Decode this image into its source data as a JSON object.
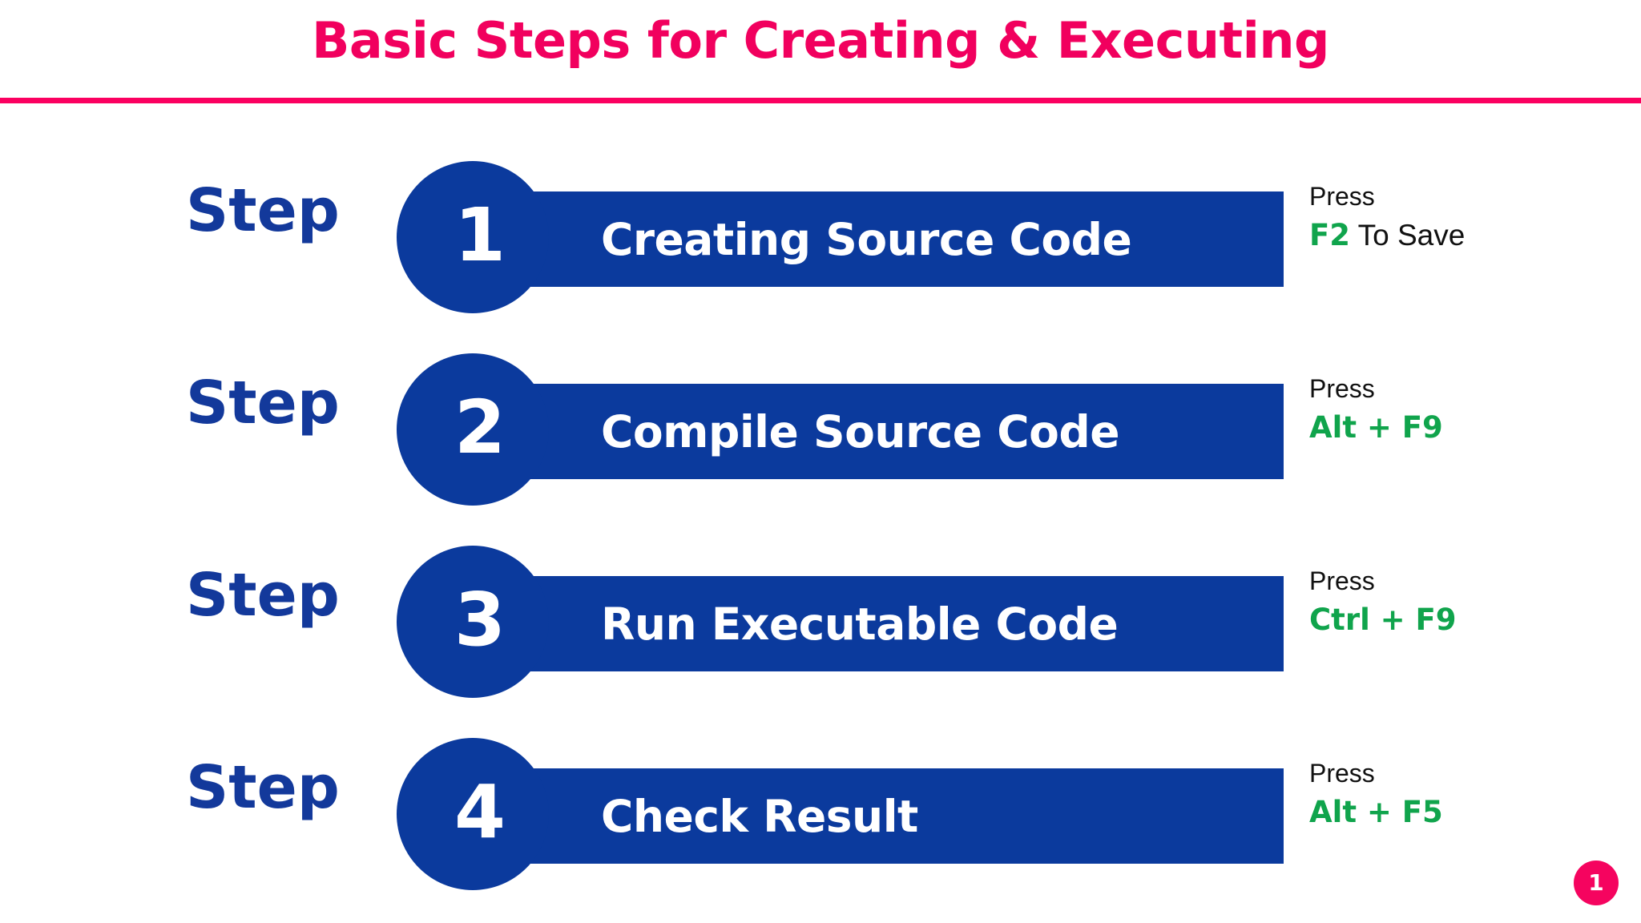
{
  "header": {
    "title": "Basic Steps for Creating & Executing",
    "title_color": "#f1005e",
    "rule_color": "#fb0060"
  },
  "theme": {
    "blue": "#0b3a9d",
    "step_word_blue": "#13399b",
    "green": "#10a44c",
    "black": "#111111",
    "background": "#ffffff"
  },
  "steps": [
    {
      "step_word": "Step",
      "number": "1",
      "label": "Creating Source Code",
      "note_press": "Press",
      "note_keys": "F2",
      "note_suffix": " To Save"
    },
    {
      "step_word": "Step",
      "number": "2",
      "label": "Compile Source Code",
      "note_press": "Press",
      "note_keys": "Alt + F9",
      "note_suffix": ""
    },
    {
      "step_word": "Step",
      "number": "3",
      "label": "Run Executable Code",
      "note_press": "Press",
      "note_keys": "Ctrl + F9",
      "note_suffix": ""
    },
    {
      "step_word": "Step",
      "number": "4",
      "label": "Check Result",
      "note_press": "Press",
      "note_keys": "Alt + F5",
      "note_suffix": ""
    }
  ],
  "page_badge": {
    "number": "1"
  }
}
